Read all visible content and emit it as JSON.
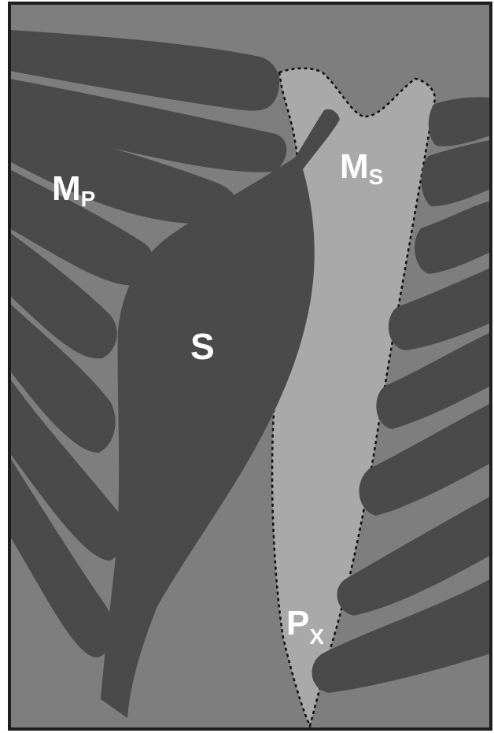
{
  "colors": {
    "background": "#7e7e7e",
    "dark_tissue": "#4a4a4a",
    "light_region": "#a9a9a9",
    "border": "#1e1e1e",
    "dashed_outline": "#111111",
    "label_text": "#ffffff"
  },
  "labels": {
    "mp": {
      "main": "M",
      "sub": "P"
    },
    "ms": {
      "main": "M",
      "sub": "S"
    },
    "s": {
      "main": "S"
    },
    "px": {
      "main": "P",
      "sub": "X"
    }
  }
}
